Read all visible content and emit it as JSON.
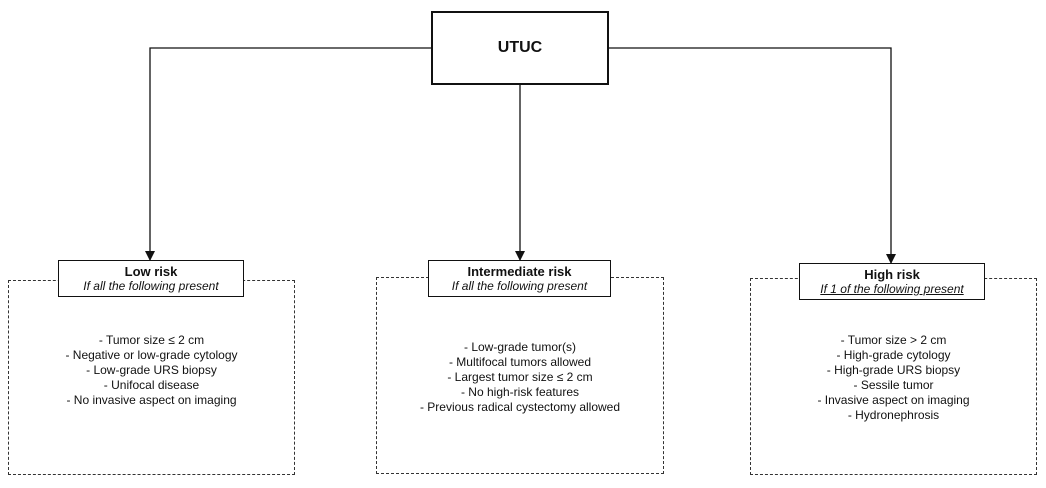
{
  "root": {
    "label": "UTUC"
  },
  "categories": [
    {
      "title": "Low risk",
      "subtitle": "If all the following present",
      "subtitle_underlined": false,
      "items": [
        "- Tumor size ≤ 2 cm",
        "- Negative or low-grade cytology",
        "- Low-grade URS biopsy",
        "- Unifocal disease",
        "- No invasive aspect on imaging"
      ]
    },
    {
      "title": "Intermediate risk",
      "subtitle": "If all the following present",
      "subtitle_underlined": false,
      "items": [
        "- Low-grade tumor(s)",
        "- Multifocal tumors allowed",
        "- Largest tumor size ≤ 2 cm",
        "- No high-risk features",
        "- Previous radical cystectomy allowed"
      ]
    },
    {
      "title": "High risk",
      "subtitle": "If 1 of the following present",
      "subtitle_underlined": true,
      "items": [
        "- Tumor size > 2 cm",
        "- High-grade cytology",
        "- High-grade URS biopsy",
        "- Sessile tumor",
        "- Invasive aspect on imaging",
        "- Hydronephrosis"
      ]
    }
  ],
  "colors": {
    "line": "#111111",
    "dashed_border": "#333333",
    "background": "#ffffff"
  }
}
